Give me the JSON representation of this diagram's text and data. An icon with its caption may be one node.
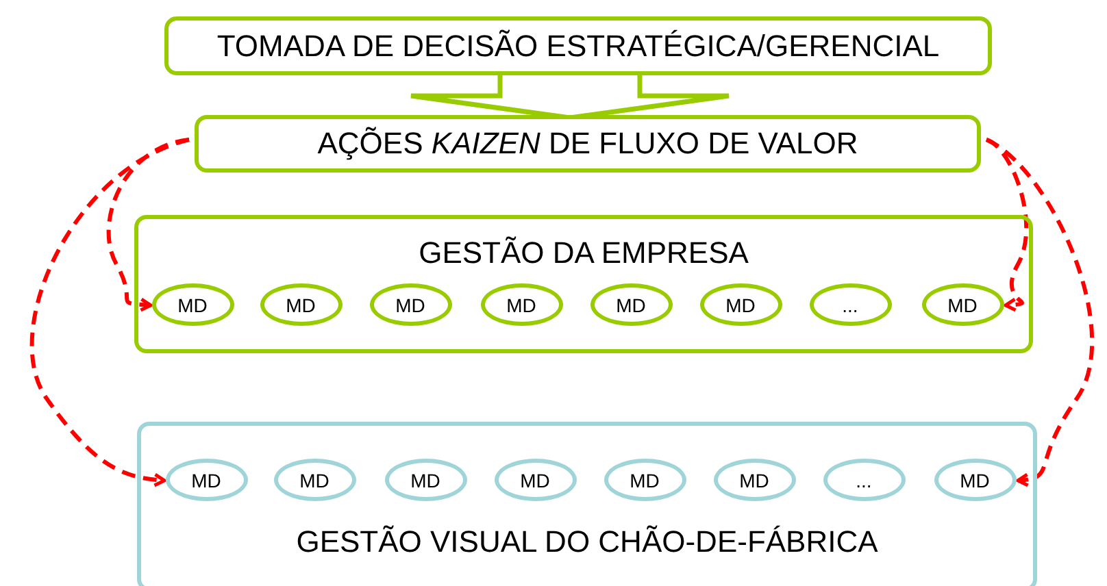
{
  "diagram": {
    "nodes": [
      {
        "text": [
          "TOMADA DE DECISÃO ESTRATÉGICA/GERENCIAL"
        ]
      },
      {
        "text": [
          "AÇÕES *KAIZEN* DE FLUXO DE VALOR"
        ]
      },
      {
        "text": [
          "GESTÃO DA EMPRESA"
        ]
      },
      {
        "text": [
          "MD"
        ],
        "in": 2
      },
      {
        "text": [
          "MD"
        ],
        "in": 2
      },
      {
        "text": [
          "MD"
        ],
        "in": 2
      },
      {
        "text": [
          "MD"
        ],
        "in": 2
      },
      {
        "text": [
          "MD"
        ],
        "in": 2
      },
      {
        "text": [
          "MD"
        ],
        "in": 2
      },
      {
        "text": [
          "..."
        ],
        "in": 2
      },
      {
        "text": [
          "MD"
        ],
        "in": 2
      },
      {
        "text": [
          "GESTÃO VISUAL DO CHÃO-DE-FÁBRICA"
        ]
      },
      {
        "text": [
          "MD"
        ],
        "in": 11
      },
      {
        "text": [
          "MD"
        ],
        "in": 11
      },
      {
        "text": [
          "MD"
        ],
        "in": 11
      },
      {
        "text": [
          "MD"
        ],
        "in": 11
      },
      {
        "text": [
          "MD"
        ],
        "in": 11
      },
      {
        "text": [
          "MD"
        ],
        "in": 11
      },
      {
        "text": [
          "..."
        ],
        "in": 11
      },
      {
        "text": [
          "MD"
        ],
        "in": 11
      }
    ],
    "edges": [
      {
        "from": 0,
        "to": 1,
        "arrow": "to",
        "style": "thick",
        "color": "#99cc00"
      },
      {
        "from": 1,
        "to": 3,
        "arrow": "to",
        "style": "dashed"
      },
      {
        "from": 1,
        "to": 12,
        "arrow": "to",
        "style": "dashed"
      },
      {
        "from": 1,
        "to": 10,
        "arrow": "to",
        "style": "dashed"
      },
      {
        "from": 1,
        "to": 19,
        "arrow": "to",
        "style": "dashed"
      }
    ]
  }
}
